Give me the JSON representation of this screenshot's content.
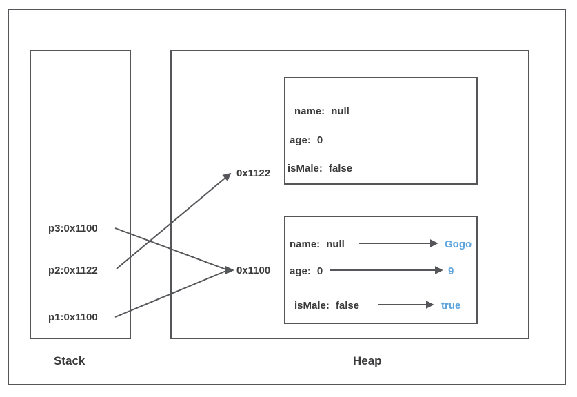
{
  "diagram": {
    "stack": {
      "title": "Stack",
      "pointers": [
        {
          "label": "p3:0x1100"
        },
        {
          "label": "p2:0x1122"
        },
        {
          "label": "p1:0x1100"
        }
      ]
    },
    "heap": {
      "title": "Heap",
      "addresses": [
        {
          "label": "0x1122"
        },
        {
          "label": "0x1100"
        }
      ],
      "objects": [
        {
          "fields": [
            {
              "label": "name:",
              "value": "null"
            },
            {
              "label": "age:",
              "value": "0"
            },
            {
              "label": "isMale:",
              "value": "false"
            }
          ]
        },
        {
          "fields": [
            {
              "label": "name:",
              "value": "null",
              "new_value": "Gogo"
            },
            {
              "label": "age:",
              "value": "0",
              "new_value": "9"
            },
            {
              "label": "isMale:",
              "value": "false",
              "new_value": "true"
            }
          ]
        }
      ]
    },
    "colors": {
      "line_gray": "#55565a",
      "text_dark": "#3a3a3c",
      "highlight_blue": "#5ea4dd"
    }
  }
}
